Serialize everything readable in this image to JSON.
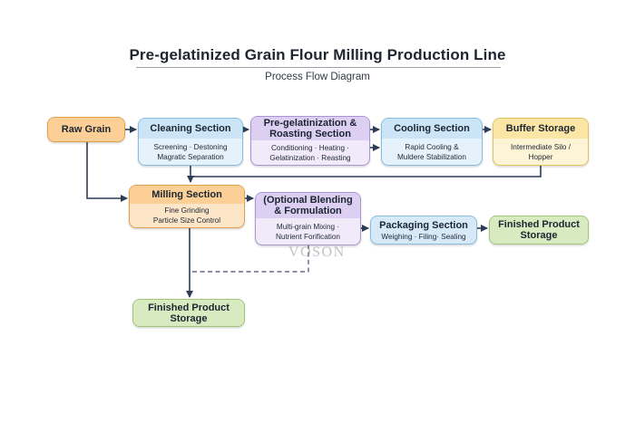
{
  "title": "Pre-gelatinized Grain Flour Milling Production Line",
  "subtitle": "Process Flow Diagram",
  "watermark": "VOSON",
  "nodes": {
    "raw_grain": {
      "title": "Raw Grain"
    },
    "cleaning": {
      "title": "Cleaning Section",
      "lines": [
        "Screening · Destoning",
        "Magratic Separation"
      ]
    },
    "pregel": {
      "title_lines": [
        "Pre-gelatinization &",
        "Roasting Section"
      ],
      "lines": [
        "Conditioning · Heating ·",
        "Gelatinization · Reasting"
      ]
    },
    "cooling": {
      "title": "Cooling Section",
      "lines": [
        "Rapid Cooling &",
        "Muldere Stabilization"
      ]
    },
    "buffer": {
      "title": "Buffer Storage",
      "lines": [
        "Intermediate Silo /",
        "Hopper"
      ]
    },
    "milling": {
      "title": "Milling Section",
      "lines": [
        "Fine Grinding",
        "Particle Size Control"
      ]
    },
    "blending": {
      "title_lines": [
        "(Optional Blending",
        "& Formulation"
      ],
      "lines": [
        "Multi-grain Mixing ·",
        "Nutrient Forification"
      ]
    },
    "packaging": {
      "title": "Packaging Section",
      "lines": [
        "Weighing · Filing· Sealing"
      ]
    },
    "finished_right": {
      "title_lines": [
        "Finished Product",
        "Storage"
      ]
    },
    "finished_bottom": {
      "title_lines": [
        "Finished Product",
        "Storage"
      ]
    }
  },
  "colors": {
    "arrow": "#2d3c55",
    "orange": "#fbcf95",
    "blue": "#cbe5f6",
    "purple": "#dccff1",
    "yellow": "#fbe6a6",
    "green": "#d8eac0"
  }
}
